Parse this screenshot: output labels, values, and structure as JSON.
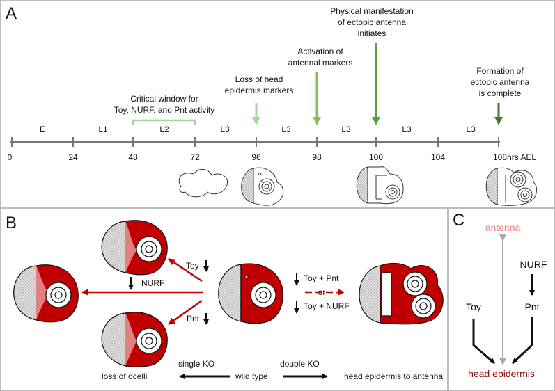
{
  "panels": {
    "a": {
      "letter": "A",
      "stages": [
        "E",
        "L1",
        "L2",
        "L3",
        "L3",
        "L3",
        "L3",
        "L3"
      ],
      "ticks": [
        "0",
        "24",
        "48",
        "72",
        "96",
        "98",
        "100",
        "104",
        "108hrs AEL"
      ],
      "critical_window": [
        "Critical window for",
        "Toy, NURF, and Pnt activity"
      ],
      "events": [
        {
          "lines": [
            "Loss of head",
            "epidermis markers"
          ],
          "color": "#a7d49a"
        },
        {
          "lines": [
            "Activation of",
            "antennal markers"
          ],
          "color": "#7cc25a"
        },
        {
          "lines": [
            "Physical manifestation",
            "of ectopic antenna",
            "initiates"
          ],
          "color": "#55a03c"
        },
        {
          "lines": [
            "Formation of",
            "ectopic antenna",
            "is complete"
          ],
          "color": "#3a7d2c"
        }
      ]
    },
    "b": {
      "letter": "B",
      "labels": {
        "toy": "Toy",
        "nurf": "NURF",
        "pnt": "Pnt",
        "toy_pnt": "Toy + Pnt",
        "or": "or",
        "toy_nurf": "Toy + NURF",
        "single_ko": "single KO",
        "double_ko": "double KO",
        "loss_of_ocelli": "loss of ocelli",
        "wild_type": "wild type",
        "head_to_antenna": "head epidermis to antenna"
      },
      "colors": {
        "arrow": "#c00000",
        "tissue": "#c00000",
        "tissue_light": "#e08080"
      }
    },
    "c": {
      "letter": "C",
      "antenna": "antenna",
      "nurf": "NURF",
      "pnt": "Pnt",
      "toy": "Toy",
      "head_epidermis": "head epidermis",
      "colors": {
        "antenna": "#f08080",
        "head_epidermis": "#8b0000",
        "arrow_gray": "#aaaaaa"
      }
    }
  }
}
